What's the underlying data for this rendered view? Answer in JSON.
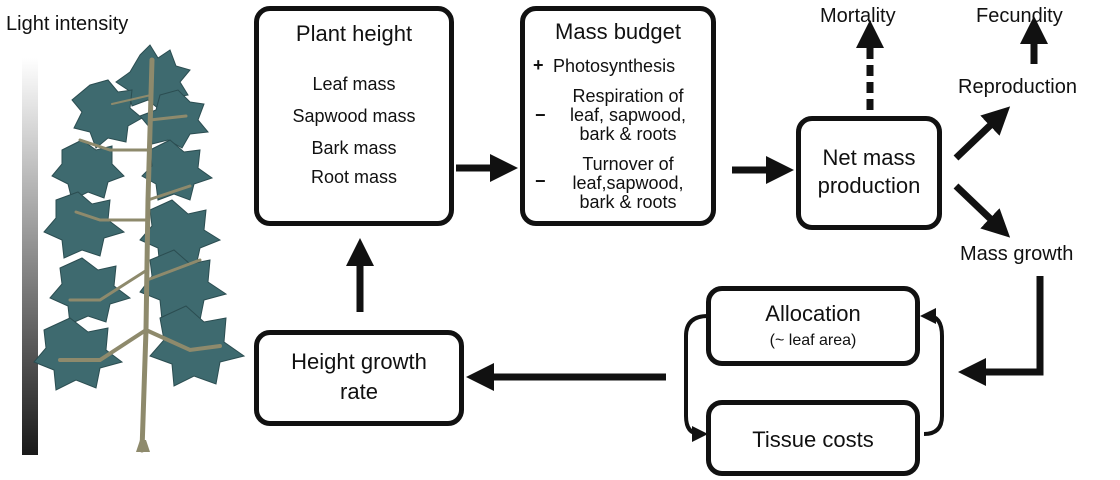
{
  "labels": {
    "light_intensity": "Light intensity",
    "mortality": "Mortality",
    "fecundity": "Fecundity",
    "reproduction": "Reproduction",
    "mass_growth": "Mass growth"
  },
  "plant_height_box": {
    "title": "Plant height",
    "items": [
      "Leaf mass",
      "Sapwood mass",
      "Bark mass",
      "Root mass"
    ]
  },
  "mass_budget_box": {
    "title": "Mass budget",
    "plus_sign": "+",
    "minus_sign": "−",
    "photosynthesis": "Photosynthesis",
    "respiration_lines": [
      "Respiration of",
      "leaf, sapwood,",
      "bark & roots"
    ],
    "turnover_lines": [
      "Turnover of",
      "leaf,sapwood,",
      "bark & roots"
    ]
  },
  "net_mass_box": {
    "lines": [
      "Net mass",
      "production"
    ]
  },
  "allocation_box": {
    "title": "Allocation",
    "subtitle": "(~ leaf area)"
  },
  "tissue_costs_box": {
    "title": "Tissue costs"
  },
  "height_growth_box": {
    "lines": [
      "Height growth",
      "rate"
    ]
  },
  "colors": {
    "stroke": "#111111",
    "leaf": "#3e6a6f",
    "branch": "#8e8a6c",
    "gradient_top": "#ffffff",
    "gradient_bottom": "#1a1a1a"
  },
  "icons": [
    "arrow-right",
    "arrow-up",
    "arrow-left",
    "dashed-arrow-up",
    "tree-illustration",
    "light-gradient-bar"
  ]
}
